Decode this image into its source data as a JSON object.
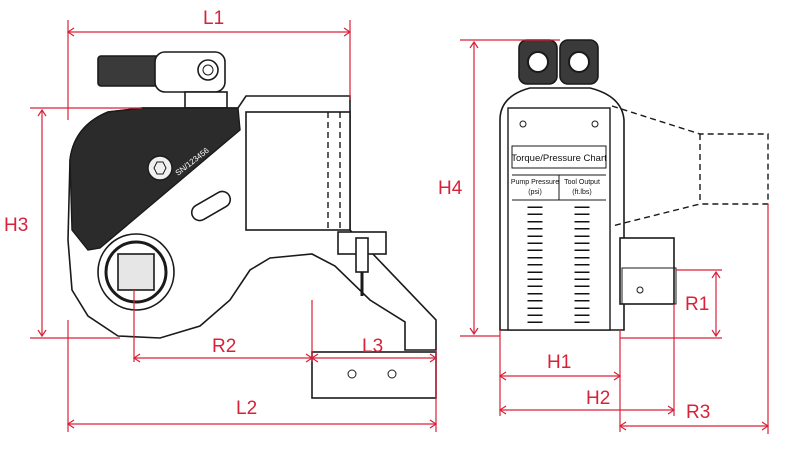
{
  "diagram": {
    "dimensions": {
      "L1": "L1",
      "L2": "L2",
      "L3": "L3",
      "H1": "H1",
      "H2": "H2",
      "H3": "H3",
      "H4": "H4",
      "R1": "R1",
      "R2": "R2",
      "R3": "R3"
    },
    "serial_label": "SN/123456",
    "plate": {
      "title": "Torque/Pressure Chart",
      "col1_header_line1": "Pump Pressure",
      "col1_header_line2": "(psi)",
      "col2_header_line1": "Tool Output",
      "col2_header_line2": "(ft.lbs)",
      "row_placeholder": "▬▬▬",
      "row_count": 17
    },
    "colors": {
      "dimension": "#d9213a",
      "outline": "#1a1a1a"
    }
  }
}
